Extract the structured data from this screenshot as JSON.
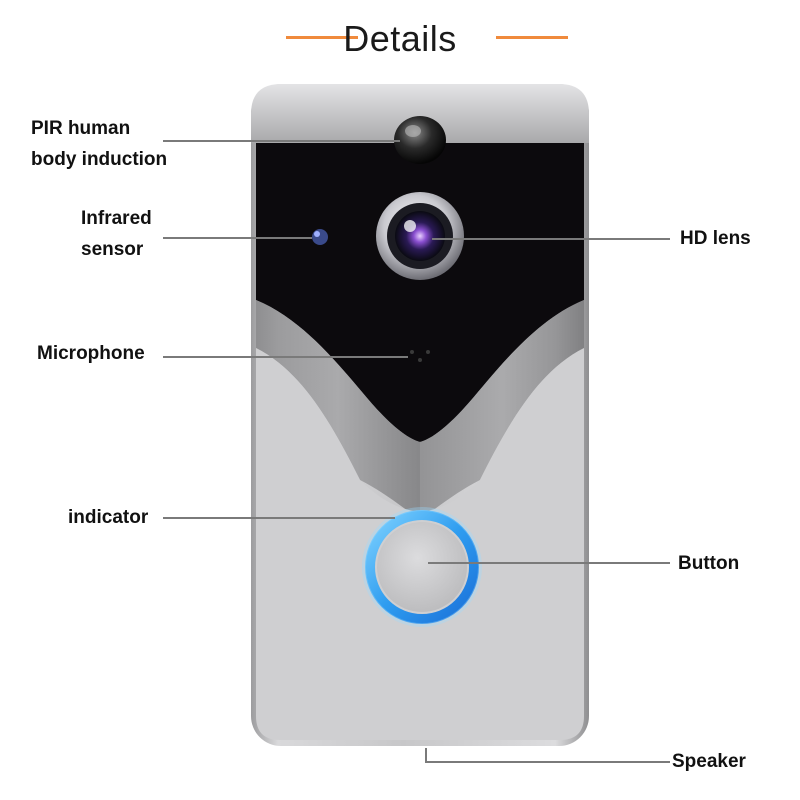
{
  "title": "Details",
  "accent_color": "#f08a3c",
  "ring_color": "#2f9df0",
  "labels": {
    "pir": [
      "PIR human",
      "body induction"
    ],
    "infrared": [
      "Infrared",
      "sensor"
    ],
    "microphone": "Microphone",
    "indicator": "indicator",
    "hd_lens": "HD lens",
    "button": "Button",
    "speaker": "Speaker"
  }
}
